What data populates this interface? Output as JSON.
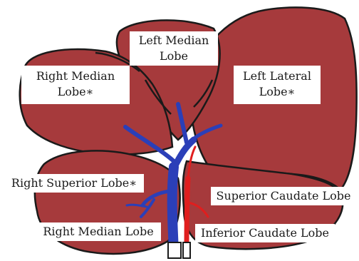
{
  "colors": {
    "liver": "#a63a3c",
    "outline": "#1a1a1a",
    "portal_vein": "#2b3fb8",
    "artery": "#e01e1e",
    "background": "#ffffff"
  },
  "labels": {
    "left_median": [
      "Left Median",
      "Lobe"
    ],
    "right_median_top": [
      "Right Median",
      "Lobe∗"
    ],
    "left_lateral": [
      "Left Lateral",
      "Lobe∗"
    ],
    "right_superior": "Right Superior Lobe∗",
    "superior_caudate": "Superior Caudate Lobe",
    "right_median_bottom": "Right Median Lobe",
    "inferior_caudate": "Inferior Caudate Lobe"
  }
}
